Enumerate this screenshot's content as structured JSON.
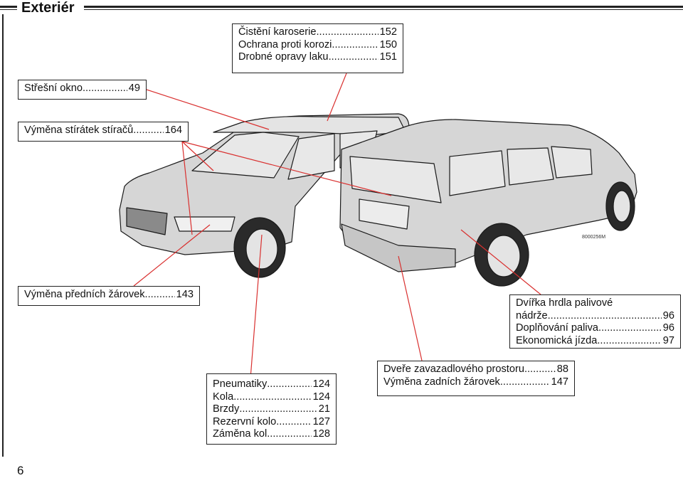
{
  "header": {
    "title": "Exteriér"
  },
  "page_number": "6",
  "image_code": "8000256M",
  "boxes": {
    "care": [
      {
        "label": "Čistění karoserie",
        "page": "152"
      },
      {
        "label": "Ochrana proti korozi",
        "page": "150"
      },
      {
        "label": "Drobné opravy laku",
        "page": "151"
      }
    ],
    "sunroof": [
      {
        "label": "Střešní okno",
        "page": "49"
      }
    ],
    "wipers": [
      {
        "label": "Výměna stírátek stíračů",
        "page": "164"
      }
    ],
    "front_bulbs": [
      {
        "label": "Výměna předních žárovek",
        "page": "143"
      }
    ],
    "fuel": {
      "line1": "Dvířka hrdla palivové",
      "items": [
        {
          "label": "nádrže",
          "page": "96"
        },
        {
          "label": "Doplňování paliva",
          "page": "96"
        },
        {
          "label": "Ekonomická jízda",
          "page": "97"
        }
      ]
    },
    "tyres": [
      {
        "label": "Pneumatiky",
        "page": "124"
      },
      {
        "label": "Kola",
        "page": "124"
      },
      {
        "label": "Brzdy",
        "page": "21"
      },
      {
        "label": "Rezervní kolo",
        "page": "127"
      },
      {
        "label": "Záměna kol",
        "page": "128"
      }
    ],
    "tailgate": [
      {
        "label": "Dveře zavazadlového prostoru",
        "page": "88"
      },
      {
        "label": "Výměna zadních žárovek",
        "page": "147"
      }
    ]
  },
  "colors": {
    "leader": "#d9302f",
    "car_fill": "#d6d6d6",
    "outline": "#1a1a1a"
  }
}
